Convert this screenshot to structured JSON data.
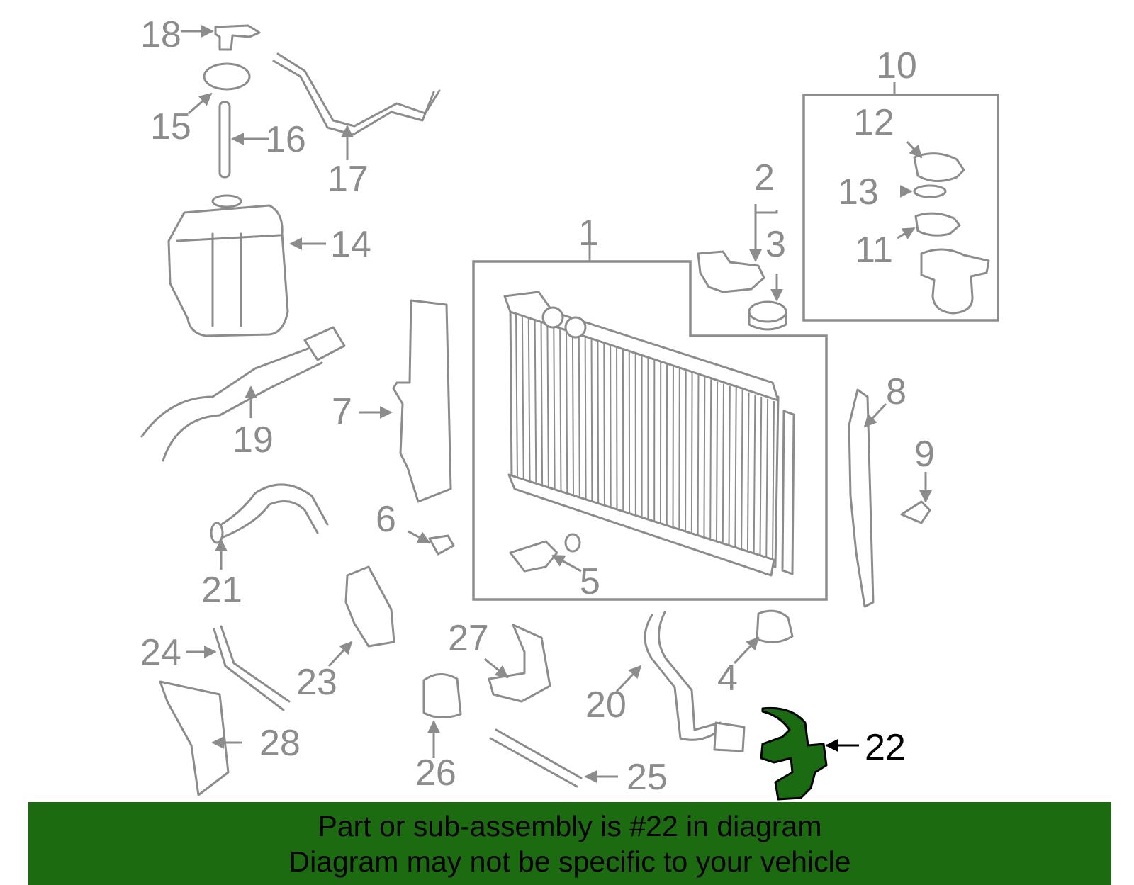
{
  "diagram": {
    "highlight_color": "#1c6b11",
    "highlighted_part": "22",
    "callouts": [
      "1",
      "2",
      "3",
      "4",
      "5",
      "6",
      "7",
      "8",
      "9",
      "10",
      "11",
      "12",
      "13",
      "14",
      "15",
      "16",
      "17",
      "18",
      "19",
      "20",
      "21",
      "22",
      "23",
      "24",
      "25",
      "26",
      "27",
      "28"
    ]
  },
  "banner": {
    "line1": "Part or sub-assembly is #22 in diagram",
    "line2": "Diagram may not be specific to your vehicle"
  }
}
